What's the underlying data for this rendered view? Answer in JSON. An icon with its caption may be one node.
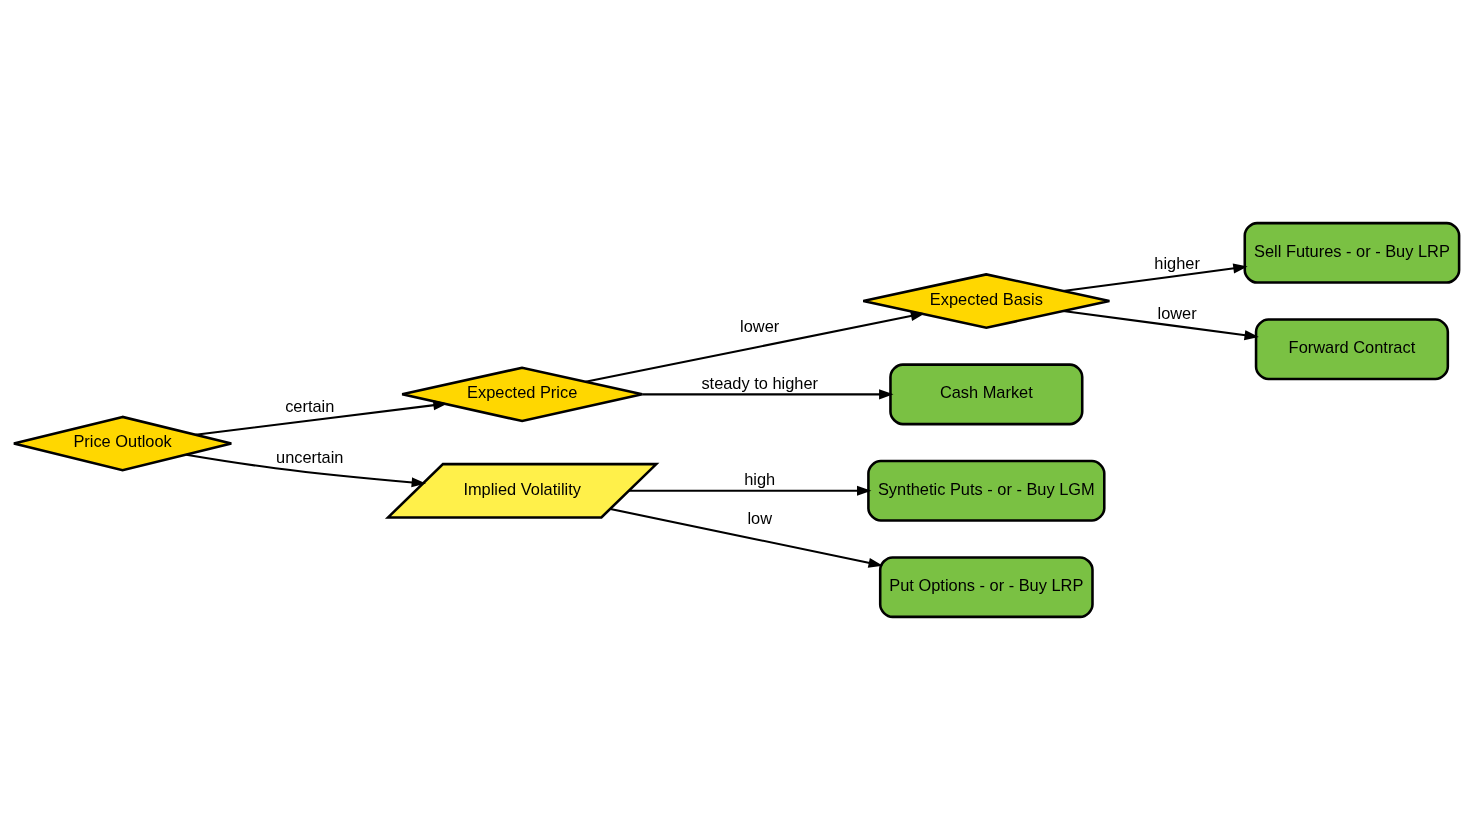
{
  "diagram": {
    "nodes": [
      {
        "text": [
          "Price Outlook"
        ]
      },
      {
        "text": [
          "Expected Price"
        ]
      },
      {
        "text": [
          "Expected Basis"
        ]
      },
      {
        "text": [
          "Implied Volatility"
        ]
      },
      {
        "text": [
          "Cash Market"
        ]
      },
      {
        "text": [
          "Sell Futures - or - Buy LRP"
        ]
      },
      {
        "text": [
          "Forward Contract"
        ]
      },
      {
        "text": [
          "Synthetic Puts - or - Buy LGM"
        ]
      },
      {
        "text": [
          "Put Options - or - Buy LRP"
        ]
      }
    ],
    "edges": [
      {
        "from": 0,
        "to": 1,
        "arrow": "to",
        "label": "certain"
      },
      {
        "from": 0,
        "to": 3,
        "arrow": "to",
        "label": "uncertain"
      },
      {
        "from": 1,
        "to": 4,
        "arrow": "to",
        "label": "steady to higher"
      },
      {
        "from": 1,
        "to": 2,
        "arrow": "to",
        "label": "lower"
      },
      {
        "from": 2,
        "to": 5,
        "arrow": "to",
        "label": "higher"
      },
      {
        "from": 2,
        "to": 6,
        "arrow": "to",
        "label": "lower"
      },
      {
        "from": 3,
        "to": 7,
        "arrow": "to",
        "label": "high"
      },
      {
        "from": 3,
        "to": 8,
        "arrow": "to",
        "label": "low"
      }
    ]
  }
}
